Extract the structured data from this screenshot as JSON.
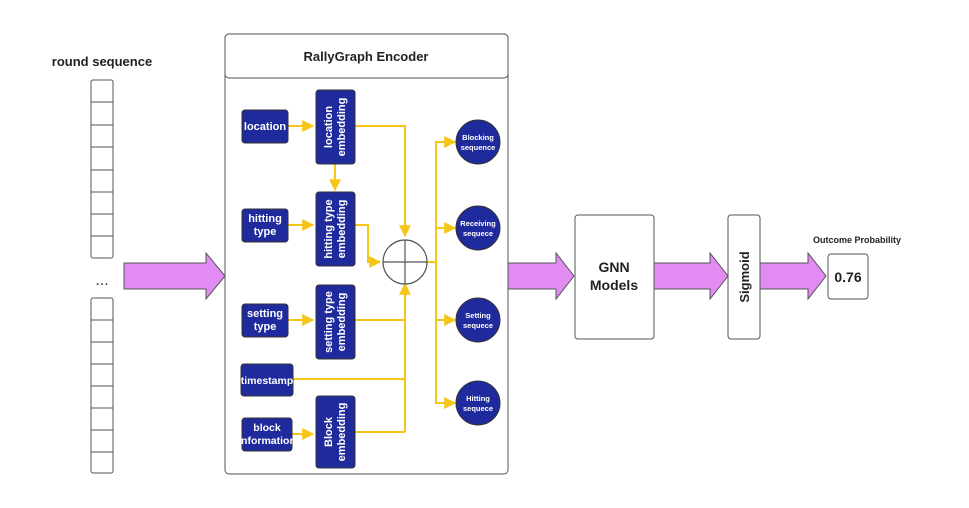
{
  "round_sequence": {
    "label": "round sequence",
    "ellipsis": "..."
  },
  "encoder": {
    "title": "RallyGraph Encoder",
    "inputs": [
      {
        "line1": "location",
        "line2": ""
      },
      {
        "line1": "hitting",
        "line2": "type"
      },
      {
        "line1": "setting",
        "line2": "type"
      },
      {
        "line1": "timestamp",
        "line2": ""
      },
      {
        "line1": "block",
        "line2": "information"
      }
    ],
    "embeddings": [
      {
        "line1": "location",
        "line2": "embedding"
      },
      {
        "line1": "hitting type",
        "line2": "embedding"
      },
      {
        "line1": "setting type",
        "line2": "embedding"
      },
      {
        "line1": "Block",
        "line2": "embedding"
      }
    ],
    "outputs": [
      {
        "line1": "Blocking",
        "line2": "sequence"
      },
      {
        "line1": "Receiving",
        "line2": "sequece"
      },
      {
        "line1": "Setting",
        "line2": "sequece"
      },
      {
        "line1": "Hitting",
        "line2": "sequece"
      }
    ]
  },
  "gnn": {
    "line1": "GNN",
    "line2": "Models"
  },
  "sigmoid": {
    "label": "Sigmoid"
  },
  "outcome": {
    "label": "Outcome Probability",
    "value": "0.76"
  },
  "colors": {
    "box_blue": "#1f2a9c",
    "arrow_yellow": "#f5c518",
    "arrow_purple": "#e28bf2",
    "border": "#555555"
  }
}
